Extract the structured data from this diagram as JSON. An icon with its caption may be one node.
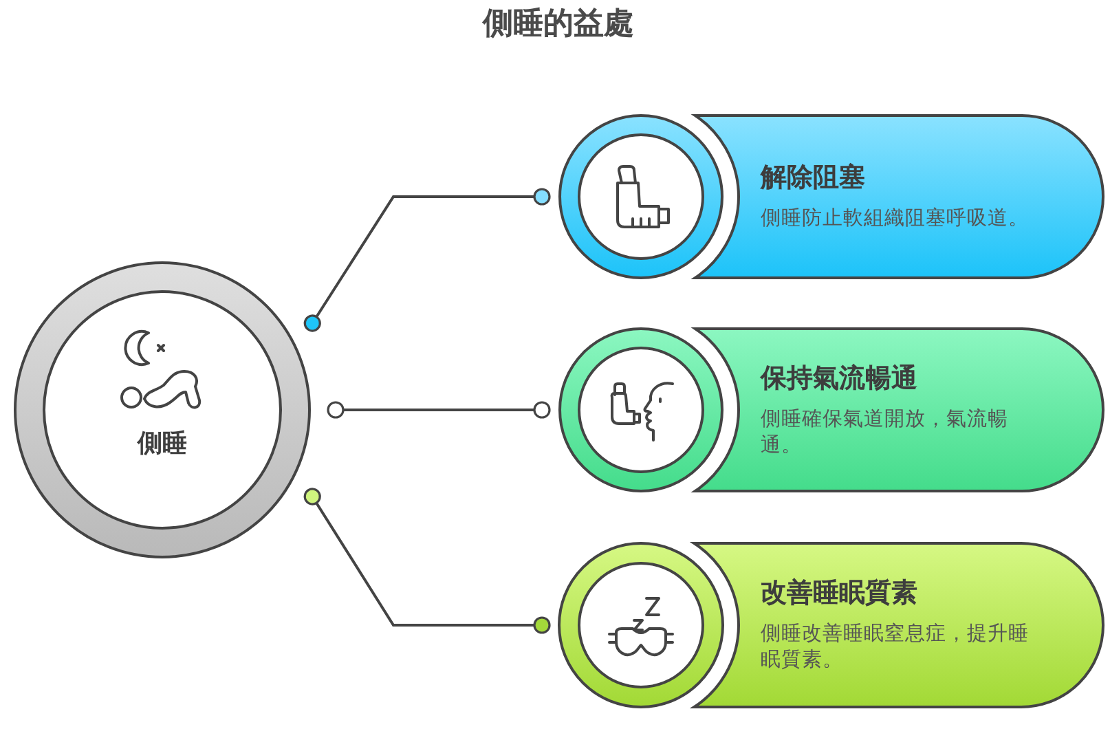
{
  "diagram": {
    "title": "側睡的益處",
    "nodes": [
      {
        "text": [
          "側睡"
        ]
      },
      {
        "text": [
          "解除阻塞",
          "側睡防止軟組織阻塞呼吸道。"
        ]
      },
      {
        "text": [
          "保持氣流暢通",
          "側睡確保氣道開放，氣流暢通。"
        ]
      },
      {
        "text": [
          "改善睡眠質素",
          "側睡改善睡眠窒息症，提升睡眠質素。"
        ]
      }
    ],
    "edges": [
      {
        "from": 0,
        "to": 1,
        "arrow": "other"
      },
      {
        "from": 0,
        "to": 2,
        "arrow": "other"
      },
      {
        "from": 0,
        "to": 3,
        "arrow": "other"
      }
    ]
  }
}
